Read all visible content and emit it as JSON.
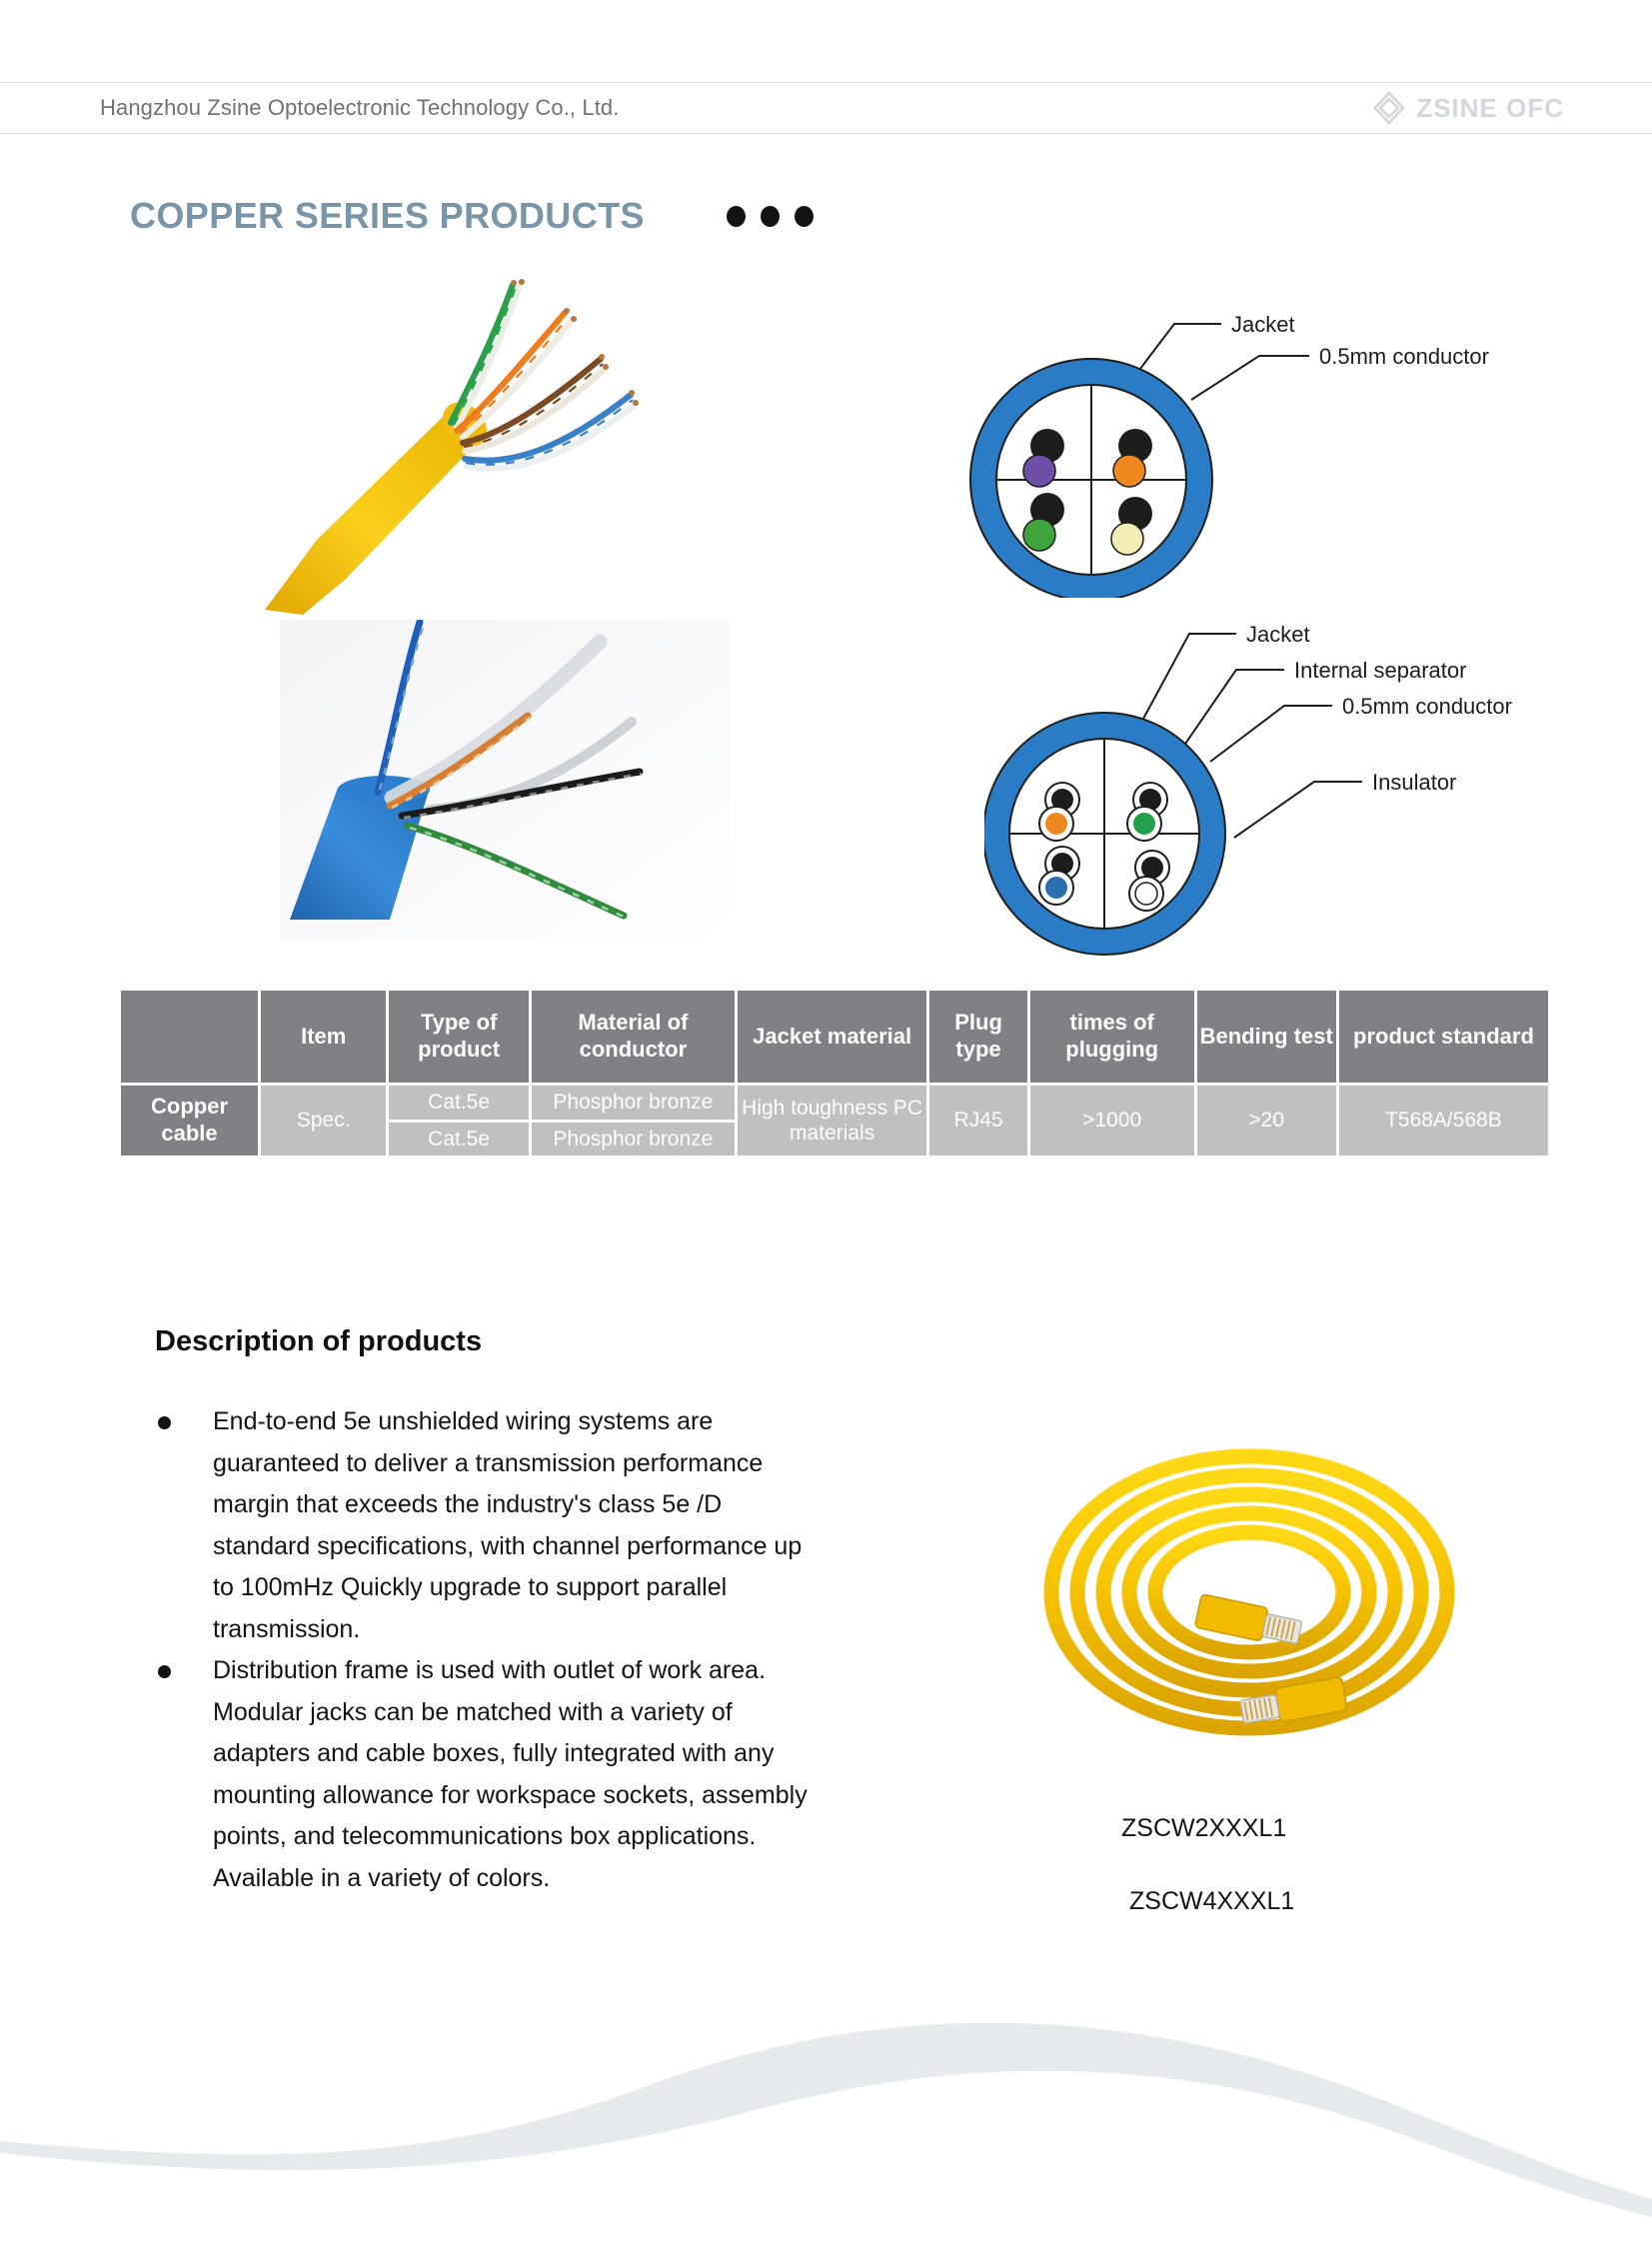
{
  "header": {
    "company_name": "Hangzhou Zsine Optoelectronic Technology Co., Ltd.",
    "brand_text": "ZSINE OFC",
    "brand_mark_icon": "zsine-diamond-logo-icon",
    "rule_color": "#d2d5d8",
    "brand_color": "#d3d7dc"
  },
  "title": {
    "text": "COPPER SERIES PRODUCTS",
    "color": "#7b95a8",
    "dots_count": 3,
    "dots_color": "#111316"
  },
  "figures": {
    "utp_yellow_photo": {
      "name": "yellow-utp-cable-photo",
      "jacket_color": "#f5c21b",
      "pairs": [
        "green",
        "orange",
        "brown",
        "blue"
      ]
    },
    "utp_blue_photo": {
      "name": "blue-cat6-cable-photo",
      "jacket_color": "#2f7fd0",
      "pairs": [
        "blue",
        "orange",
        "black",
        "green"
      ],
      "has_separator": true
    },
    "patch_coil_photo": {
      "name": "yellow-patch-cord-coil-photo",
      "jacket_color": "#f7c400",
      "connectors": 2,
      "connector_type": "RJ45"
    }
  },
  "diagram_one": {
    "name": "utp-cross-section-diagram",
    "jacket_color": "#2a7cc7",
    "labels": [
      {
        "text": "Jacket",
        "target": "jacket"
      },
      {
        "text": "0.5mm conductor",
        "target": "conductor"
      }
    ],
    "quadrants": [
      {
        "position": "top-left",
        "conductor_color": "#1d1d1b",
        "pair_color": "#6b4fa8"
      },
      {
        "position": "top-right",
        "conductor_color": "#1d1d1b",
        "pair_color": "#f0881f"
      },
      {
        "position": "bottom-left",
        "conductor_color": "#1d1d1b",
        "pair_color": "#3fa63f"
      },
      {
        "position": "bottom-right",
        "conductor_color": "#1d1d1b",
        "pair_color": "#f2eeb6"
      }
    ]
  },
  "diagram_two": {
    "name": "ftp-cross-section-diagram",
    "jacket_color": "#2a7cc7",
    "labels": [
      {
        "text": "Jacket",
        "target": "jacket"
      },
      {
        "text": "Internal separator",
        "target": "separator"
      },
      {
        "text": "0.5mm conductor",
        "target": "conductor"
      },
      {
        "text": "Insulator",
        "target": "insulator"
      }
    ],
    "quadrants": [
      {
        "position": "top-left",
        "conductor_color": "#1d1d1b",
        "pair_color": "#f0881f"
      },
      {
        "position": "top-right",
        "conductor_color": "#1d1d1b",
        "pair_color": "#22a14a"
      },
      {
        "position": "bottom-left",
        "conductor_color": "#1d1d1b",
        "pair_color": "#2d6fae"
      },
      {
        "position": "bottom-right",
        "conductor_color": "#1d1d1b",
        "pair_color": "#ffffff"
      }
    ]
  },
  "spec_table": {
    "row_header_label": "Copper cable",
    "columns": [
      "Item",
      "Type of product",
      "Material of conductor",
      "Jacket material",
      "Plug type",
      "times of plugging",
      "Bending test",
      "product standard"
    ],
    "spec_label": "Spec.",
    "rows": [
      {
        "type_of_product": "Cat.5e",
        "material_of_conductor": "Phosphor bronze"
      },
      {
        "type_of_product": "Cat.5e",
        "material_of_conductor": "Phosphor bronze"
      }
    ],
    "jacket_material": "High toughness PC materials",
    "plug_type": "RJ45",
    "times_of_plugging": ">1000",
    "bending_test": ">20",
    "product_standard": "T568A/568B",
    "header_bg": "#808184",
    "body_bg": "#bfc0c2",
    "text_color": "#ffffff"
  },
  "description": {
    "heading": "Description of products",
    "bullets": [
      "End-to-end 5e unshielded wiring systems are guaranteed to deliver a transmission performance margin that exceeds the industry's class 5e /D standard specifications, with channel performance up to 100mHz Quickly upgrade to support parallel transmission.",
      "Distribution frame is used with outlet of work area. Modular jacks can be matched with a variety of adapters and cable boxes, fully integrated with any mounting allowance for workspace sockets, assembly points, and telecommunications box applications. Available in a variety of colors."
    ]
  },
  "product_codes": {
    "code_1": "ZSCW2XXXL1",
    "code_2": "ZSCW4XXXL1"
  },
  "footer": {
    "wave_color": "#e6eaec"
  }
}
